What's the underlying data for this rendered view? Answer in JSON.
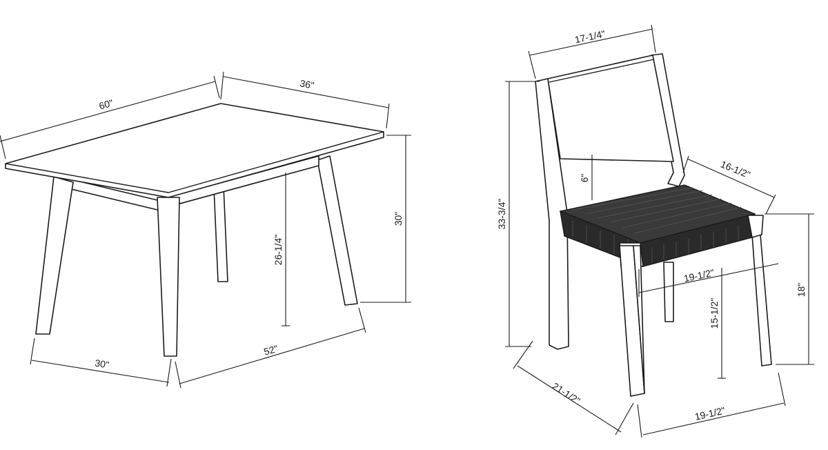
{
  "table": {
    "length": "60\"",
    "depth": "36\"",
    "height": "30\"",
    "leg_height": "26-1/4\"",
    "base_length": "52\"",
    "base_depth": "30\""
  },
  "chair": {
    "back_width": "17-1/4\"",
    "total_height": "33-3/4\"",
    "back_gap": "6\"",
    "seat_depth": "16-1/2\"",
    "seat_width": "19-1/2\"",
    "leg_height": "15-1/2\"",
    "seat_height": "18\"",
    "base_depth": "21-1/2\"",
    "base_width": "19-1/2\""
  },
  "colors": {
    "line": "#1a1a1a",
    "weave": "#3a3a3a",
    "background": "#ffffff"
  }
}
